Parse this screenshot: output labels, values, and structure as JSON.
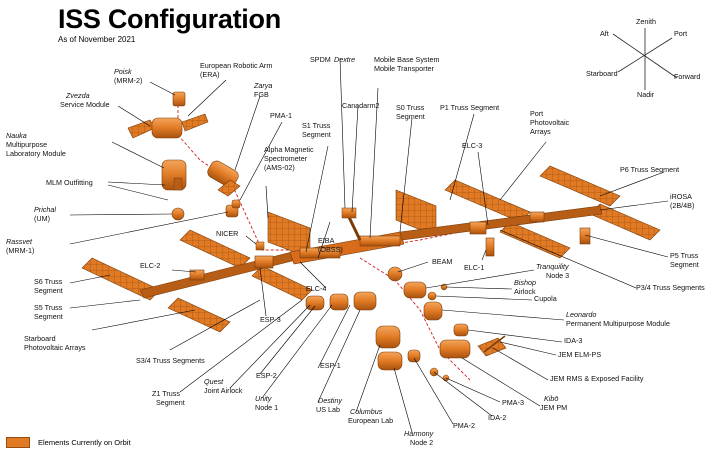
{
  "title": "ISS Configuration",
  "subtitle": "As of November 2021",
  "compass": {
    "zenith": "Zenith",
    "aft": "Aft",
    "port": "Port",
    "starboard": "Starboard",
    "forward": "Forward",
    "nadir": "Nadir"
  },
  "legend_label": "Elements Currently on Orbit",
  "colors": {
    "module_fill": "#e07a24",
    "module_shade": "#b85d16",
    "module_light": "#f2a25a",
    "leader": "#000000",
    "path": "#d21f1f"
  },
  "labels": {
    "poisk_name": "Poisk",
    "poisk_sub": "(MRM-2)",
    "zvezda_name": "Zvezda",
    "zvezda_sub": "Service Module",
    "nauka_name": "Nauka",
    "nauka_sub1": "Multipurpose",
    "nauka_sub2": "Laboratory Module",
    "mlm": "MLM Outfitting",
    "prichal_name": "Prichal",
    "prichal_sub": "(UM)",
    "rassvet_name": "Rassvet",
    "rassvet_sub": "(MRM-1)",
    "s6_1": "S6 Truss",
    "s6_2": "Segment",
    "s5_1": "S5 Truss",
    "s5_2": "Segment",
    "sbd_1": "Starboard",
    "sbd_2": "Photovoltaic Arrays",
    "s34": "S3/4 Truss Segments",
    "z1_1": "Z1 Truss",
    "z1_2": "Segment",
    "quest_name": "Quest",
    "quest_sub": "Joint Airlock",
    "esp2": "ESP-2",
    "unity_name": "Unity",
    "unity_sub": "Node 1",
    "esp1": "ESP-1",
    "destiny_name": "Destiny",
    "destiny_sub": "US Lab",
    "columbus_name": "Columbus",
    "columbus_sub": "European Lab",
    "harmony_name": "Harmony",
    "harmony_sub": "Node 2",
    "pma2": "PMA-2",
    "ida2": "IDA-2",
    "pma3": "PMA-3",
    "kibo_name": "Kibō",
    "kibo_sub": "JEM PM",
    "jemrms": "JEM RMS & Exposed Facility",
    "jemelm": "JEM ELM-PS",
    "ida3": "IDA-3",
    "leonardo_name": "Leonardo",
    "leonardo_sub": "Permanent Multipurpose Module",
    "cupola": "Cupola",
    "bishop_name": "Bishop",
    "bishop_sub": "Airlock",
    "tranquility_name": "Tranquility",
    "tranquility_sub": "Node 3",
    "p34": "P3/4 Truss Segments",
    "p5_1": "P5 Truss",
    "p5_2": "Segment",
    "irosa_1": "iROSA",
    "irosa_2": "(2B/4B)",
    "p6": "P6 Truss Segment",
    "port_1": "Port",
    "port_2": "Photovoltaic",
    "port_3": "Arrays",
    "elc3": "ELC-3",
    "elc1": "ELC-1",
    "elc2": "ELC-2",
    "elc4": "ELC-4",
    "esp3": "ESP-3",
    "p1": "P1 Truss Segment",
    "s0_1": "S0 Truss",
    "s0_2": "Segment",
    "mbs_1": "Mobile Base System",
    "mbs_2": "Mobile Transporter",
    "canadarm2": "Canadarm2",
    "spdm_1": "SPDM",
    "spdm_2": "Dextre",
    "s1_1": "S1 Truss",
    "s1_2": "Segment",
    "era_1": "European Robotic Arm",
    "era_2": "(ERA)",
    "zarya_name": "Zarya",
    "zarya_sub": "FGB",
    "pma1": "PMA-1",
    "ams_1": "Alpha Magnetic",
    "ams_2": "Spectrometer",
    "ams_3": "(AMS-02)",
    "nicer": "NICER",
    "eiba_1": "EIBA",
    "eiba_2": "(OBSS)",
    "beam": "BEAM"
  }
}
